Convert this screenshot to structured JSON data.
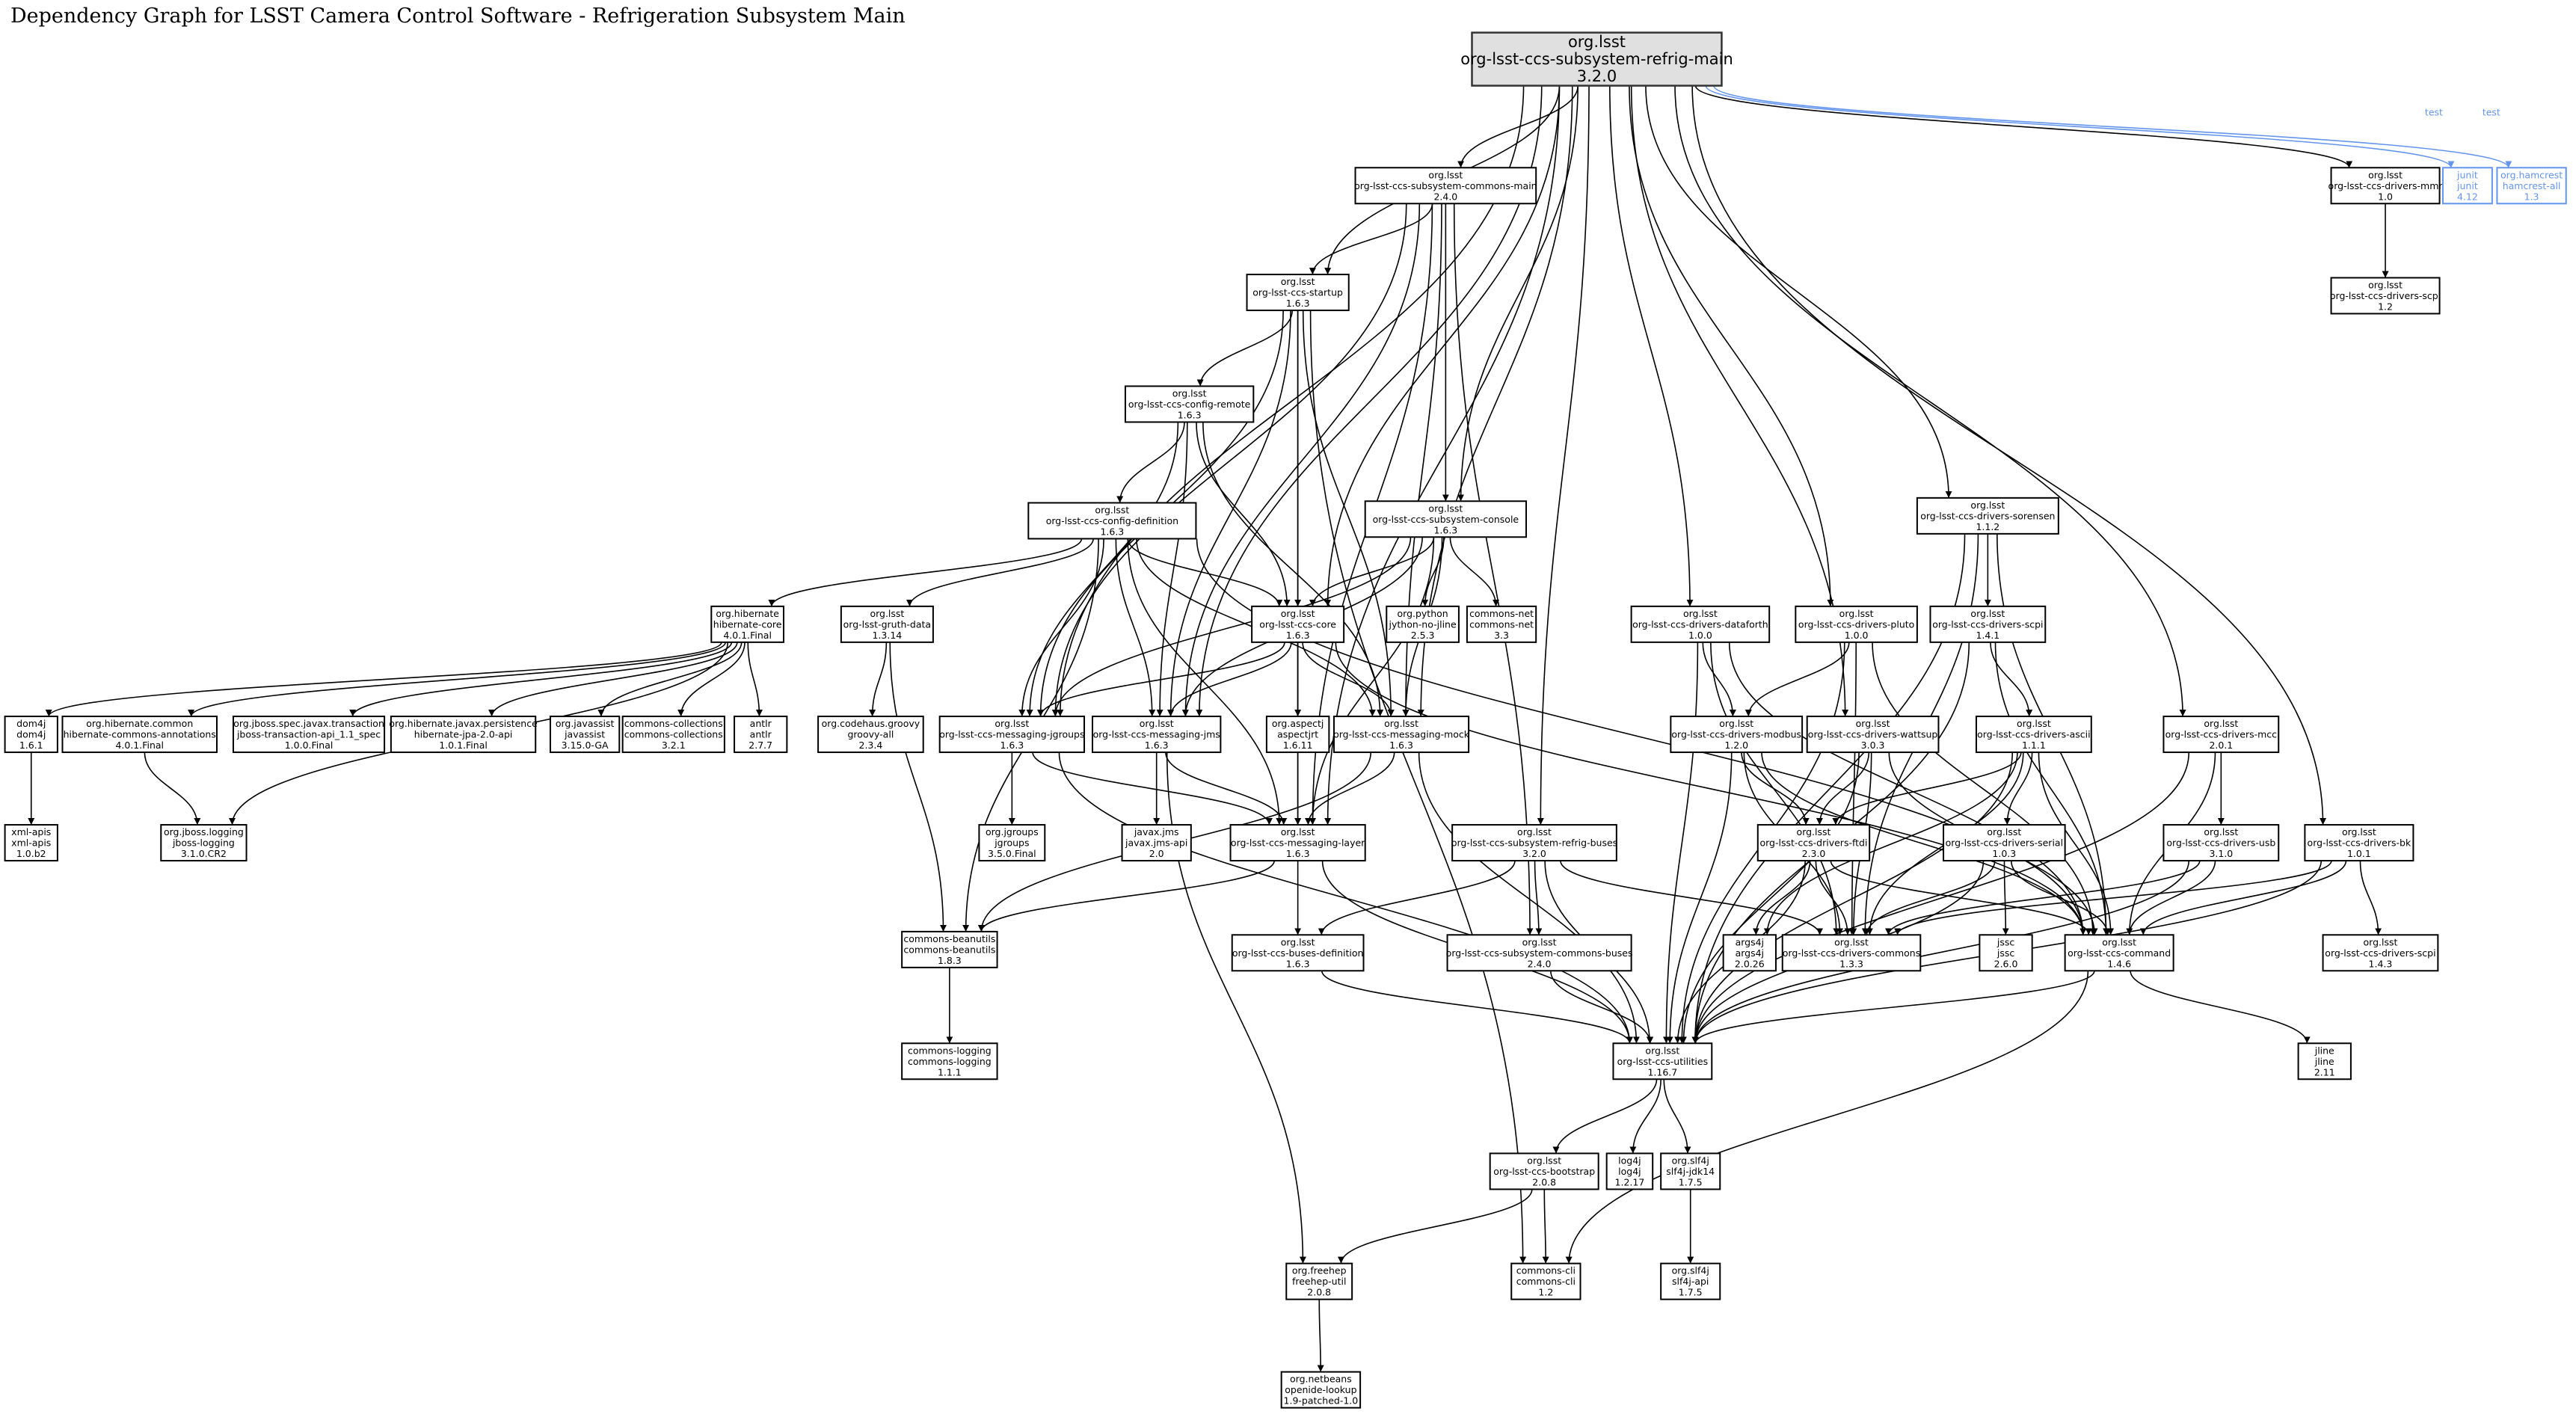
{
  "title": "Dependency Graph for LSST Camera Control Software - Refrigeration Subsystem Main",
  "colors": {
    "node_border": "#000000",
    "root_fill": "#e0e0e0",
    "test_scope": "#6495ed",
    "edge": "#000000"
  },
  "nodes": {
    "root": {
      "group": "org.lsst",
      "artifact": "org-lsst-ccs-subsystem-refrig-main",
      "version": "3.2.0"
    },
    "commons_main": {
      "group": "org.lsst",
      "artifact": "org-lsst-ccs-subsystem-commons-main",
      "version": "2.4.0"
    },
    "startup": {
      "group": "org.lsst",
      "artifact": "org-lsst-ccs-startup",
      "version": "1.6.3"
    },
    "config_remote": {
      "group": "org.lsst",
      "artifact": "org-lsst-ccs-config-remote",
      "version": "1.6.3"
    },
    "config_definition": {
      "group": "org.lsst",
      "artifact": "org-lsst-ccs-config-definition",
      "version": "1.6.3"
    },
    "console": {
      "group": "org.lsst",
      "artifact": "org-lsst-ccs-subsystem-console",
      "version": "1.6.3"
    },
    "sorensen": {
      "group": "org.lsst",
      "artifact": "org-lsst-ccs-drivers-sorensen",
      "version": "1.1.2"
    },
    "hibernate_core": {
      "group": "org.hibernate",
      "artifact": "hibernate-core",
      "version": "4.0.1.Final"
    },
    "gruth_data": {
      "group": "org.lsst",
      "artifact": "org-lsst-gruth-data",
      "version": "1.3.14"
    },
    "ccs_core": {
      "group": "org.lsst",
      "artifact": "org-lsst-ccs-core",
      "version": "1.6.3"
    },
    "jython": {
      "group": "org.python",
      "artifact": "jython-no-jline",
      "version": "2.5.3"
    },
    "commons_net": {
      "group": "commons-net",
      "artifact": "commons-net",
      "version": "3.3"
    },
    "dataforth": {
      "group": "org.lsst",
      "artifact": "org-lsst-ccs-drivers-dataforth",
      "version": "1.0.0"
    },
    "pluto": {
      "group": "org.lsst",
      "artifact": "org-lsst-ccs-drivers-pluto",
      "version": "1.0.0"
    },
    "scpi_141": {
      "group": "org.lsst",
      "artifact": "org-lsst-ccs-drivers-scpi",
      "version": "1.4.1"
    },
    "mcc": {
      "group": "org.lsst",
      "artifact": "org-lsst-ccs-drivers-mcc",
      "version": "2.0.1"
    },
    "mmr": {
      "group": "org.lsst",
      "artifact": "org-lsst-ccs-drivers-mmr",
      "version": "1.0"
    },
    "junit": {
      "group": "junit",
      "artifact": "junit",
      "version": "4.12",
      "scope": "test"
    },
    "hamcrest": {
      "group": "org.hamcrest",
      "artifact": "hamcrest-all",
      "version": "1.3",
      "scope": "test"
    },
    "scpi_12": {
      "group": "org.lsst",
      "artifact": "org-lsst-ccs-drivers-scpi",
      "version": "1.2"
    },
    "dom4j": {
      "group": "dom4j",
      "artifact": "dom4j",
      "version": "1.6.1"
    },
    "hib_annotations": {
      "group": "org.hibernate.common",
      "artifact": "hibernate-commons-annotations",
      "version": "4.0.1.Final"
    },
    "jboss_transaction": {
      "group": "org.jboss.spec.javax.transaction",
      "artifact": "jboss-transaction-api_1.1_spec",
      "version": "1.0.0.Final"
    },
    "jpa": {
      "group": "org.hibernate.javax.persistence",
      "artifact": "hibernate-jpa-2.0-api",
      "version": "1.0.1.Final"
    },
    "javassist": {
      "group": "org.javassist",
      "artifact": "javassist",
      "version": "3.15.0-GA"
    },
    "commons_collections": {
      "group": "commons-collections",
      "artifact": "commons-collections",
      "version": "3.2.1"
    },
    "antlr": {
      "group": "antlr",
      "artifact": "antlr",
      "version": "2.7.7"
    },
    "groovy": {
      "group": "org.codehaus.groovy",
      "artifact": "groovy-all",
      "version": "2.3.4"
    },
    "msg_jgroups": {
      "group": "org.lsst",
      "artifact": "org-lsst-ccs-messaging-jgroups",
      "version": "1.6.3"
    },
    "msg_jms": {
      "group": "org.lsst",
      "artifact": "org-lsst-ccs-messaging-jms",
      "version": "1.6.3"
    },
    "aspectj": {
      "group": "org.aspectj",
      "artifact": "aspectjrt",
      "version": "1.6.11"
    },
    "msg_mock": {
      "group": "org.lsst",
      "artifact": "org-lsst-ccs-messaging-mock",
      "version": "1.6.3"
    },
    "modbus": {
      "group": "org.lsst",
      "artifact": "org-lsst-ccs-drivers-modbus",
      "version": "1.2.0"
    },
    "wattsup": {
      "group": "org.lsst",
      "artifact": "org-lsst-ccs-drivers-wattsup",
      "version": "3.0.3"
    },
    "ascii": {
      "group": "org.lsst",
      "artifact": "org-lsst-ccs-drivers-ascii",
      "version": "1.1.1"
    },
    "xml_apis": {
      "group": "xml-apis",
      "artifact": "xml-apis",
      "version": "1.0.b2"
    },
    "jboss_logging": {
      "group": "org.jboss.logging",
      "artifact": "jboss-logging",
      "version": "3.1.0.CR2"
    },
    "jgroups": {
      "group": "org.jgroups",
      "artifact": "jgroups",
      "version": "3.5.0.Final"
    },
    "javax_jms": {
      "group": "javax.jms",
      "artifact": "javax.jms-api",
      "version": "2.0"
    },
    "msg_layer": {
      "group": "org.lsst",
      "artifact": "org-lsst-ccs-messaging-layer",
      "version": "1.6.3"
    },
    "refrig_buses": {
      "group": "org.lsst",
      "artifact": "org-lsst-ccs-subsystem-refrig-buses",
      "version": "3.2.0"
    },
    "ftdi": {
      "group": "org.lsst",
      "artifact": "org-lsst-ccs-drivers-ftdi",
      "version": "2.3.0"
    },
    "serial": {
      "group": "org.lsst",
      "artifact": "org-lsst-ccs-drivers-serial",
      "version": "1.0.3"
    },
    "usb": {
      "group": "org.lsst",
      "artifact": "org-lsst-ccs-drivers-usb",
      "version": "3.1.0"
    },
    "bk": {
      "group": "org.lsst",
      "artifact": "org-lsst-ccs-drivers-bk",
      "version": "1.0.1"
    },
    "beanutils": {
      "group": "commons-beanutils",
      "artifact": "commons-beanutils",
      "version": "1.8.3"
    },
    "buses_definition": {
      "group": "org.lsst",
      "artifact": "org-lsst-ccs-buses-definition",
      "version": "1.6.3"
    },
    "commons_buses": {
      "group": "org.lsst",
      "artifact": "org-lsst-ccs-subsystem-commons-buses",
      "version": "2.4.0"
    },
    "args4j": {
      "group": "args4j",
      "artifact": "args4j",
      "version": "2.0.26"
    },
    "drivers_commons": {
      "group": "org.lsst",
      "artifact": "org-lsst-ccs-drivers-commons",
      "version": "1.3.3"
    },
    "jssc": {
      "group": "jssc",
      "artifact": "jssc",
      "version": "2.6.0"
    },
    "command": {
      "group": "org.lsst",
      "artifact": "org-lsst-ccs-command",
      "version": "1.4.6"
    },
    "scpi_143": {
      "group": "org.lsst",
      "artifact": "org-lsst-ccs-drivers-scpi",
      "version": "1.4.3"
    },
    "commons_logging": {
      "group": "commons-logging",
      "artifact": "commons-logging",
      "version": "1.1.1"
    },
    "utilities": {
      "group": "org.lsst",
      "artifact": "org-lsst-ccs-utilities",
      "version": "1.16.7"
    },
    "jline": {
      "group": "jline",
      "artifact": "jline",
      "version": "2.11"
    },
    "bootstrap": {
      "group": "org.lsst",
      "artifact": "org-lsst-ccs-bootstrap",
      "version": "2.0.8"
    },
    "log4j": {
      "group": "log4j",
      "artifact": "log4j",
      "version": "1.2.17"
    },
    "slf4j_jdk14": {
      "group": "org.slf4j",
      "artifact": "slf4j-jdk14",
      "version": "1.7.5"
    },
    "freehep": {
      "group": "org.freehep",
      "artifact": "freehep-util",
      "version": "2.0.8"
    },
    "commons_cli": {
      "group": "commons-cli",
      "artifact": "commons-cli",
      "version": "1.2"
    },
    "slf4j_api": {
      "group": "org.slf4j",
      "artifact": "slf4j-api",
      "version": "1.7.5"
    },
    "netbeans": {
      "group": "org.netbeans",
      "artifact": "openide-lookup",
      "version": "1.9-patched-1.0"
    }
  },
  "edges": [
    [
      "root",
      "commons_main"
    ],
    [
      "root",
      "startup"
    ],
    [
      "root",
      "console"
    ],
    [
      "root",
      "sorensen"
    ],
    [
      "root",
      "dataforth"
    ],
    [
      "root",
      "pluto"
    ],
    [
      "root",
      "wattsup"
    ],
    [
      "root",
      "mcc"
    ],
    [
      "root",
      "mmr"
    ],
    [
      "root",
      "bk"
    ],
    [
      "root",
      "msg_jgroups"
    ],
    [
      "root",
      "msg_jms"
    ],
    [
      "root",
      "msg_layer"
    ],
    [
      "root",
      "refrig_buses"
    ],
    [
      "root",
      "ccs_core"
    ],
    [
      "root",
      "msg_mock"
    ],
    [
      "root",
      "junit",
      "test"
    ],
    [
      "root",
      "hamcrest",
      "test"
    ],
    [
      "commons_main",
      "startup"
    ],
    [
      "commons_main",
      "msg_jgroups"
    ],
    [
      "commons_main",
      "msg_jms"
    ],
    [
      "commons_main",
      "msg_mock"
    ],
    [
      "commons_main",
      "console"
    ],
    [
      "commons_main",
      "msg_layer"
    ],
    [
      "commons_main",
      "commons_buses"
    ],
    [
      "startup",
      "config_remote"
    ],
    [
      "startup",
      "ccs_core"
    ],
    [
      "startup",
      "msg_jms"
    ],
    [
      "startup",
      "msg_jgroups"
    ],
    [
      "startup",
      "msg_layer"
    ],
    [
      "startup",
      "commons_cli"
    ],
    [
      "startup",
      "msg_mock"
    ],
    [
      "config_remote",
      "config_definition"
    ],
    [
      "config_remote",
      "msg_jgroups"
    ],
    [
      "config_remote",
      "msg_jms"
    ],
    [
      "config_remote",
      "msg_mock"
    ],
    [
      "config_remote",
      "ccs_core"
    ],
    [
      "config_definition",
      "hibernate_core"
    ],
    [
      "config_definition",
      "gruth_data"
    ],
    [
      "config_definition",
      "ccs_core"
    ],
    [
      "config_definition",
      "msg_jgroups"
    ],
    [
      "config_definition",
      "msg_jms"
    ],
    [
      "config_definition",
      "msg_mock"
    ],
    [
      "config_definition",
      "msg_layer"
    ],
    [
      "config_definition",
      "beanutils"
    ],
    [
      "config_definition",
      "command"
    ],
    [
      "console",
      "ccs_core"
    ],
    [
      "console",
      "jython"
    ],
    [
      "console",
      "commons_net"
    ],
    [
      "console",
      "msg_jgroups"
    ],
    [
      "console",
      "msg_jms"
    ],
    [
      "console",
      "msg_mock"
    ],
    [
      "console",
      "msg_layer"
    ],
    [
      "hibernate_core",
      "dom4j"
    ],
    [
      "hibernate_core",
      "hib_annotations"
    ],
    [
      "hibernate_core",
      "jboss_transaction"
    ],
    [
      "hibernate_core",
      "jpa"
    ],
    [
      "hibernate_core",
      "javassist"
    ],
    [
      "hibernate_core",
      "commons_collections"
    ],
    [
      "hibernate_core",
      "antlr"
    ],
    [
      "hibernate_core",
      "jboss_logging"
    ],
    [
      "gruth_data",
      "groovy"
    ],
    [
      "gruth_data",
      "beanutils"
    ],
    [
      "ccs_core",
      "msg_jgroups"
    ],
    [
      "ccs_core",
      "msg_jms"
    ],
    [
      "ccs_core",
      "aspectj"
    ],
    [
      "ccs_core",
      "msg_mock"
    ],
    [
      "ccs_core",
      "msg_layer"
    ],
    [
      "ccs_core",
      "command"
    ],
    [
      "msg_jgroups",
      "jgroups"
    ],
    [
      "msg_jgroups",
      "msg_layer"
    ],
    [
      "msg_jgroups",
      "utilities"
    ],
    [
      "msg_jms",
      "javax_jms"
    ],
    [
      "msg_jms",
      "msg_layer"
    ],
    [
      "msg_jms",
      "freehep"
    ],
    [
      "msg_mock",
      "msg_layer"
    ],
    [
      "msg_mock",
      "beanutils"
    ],
    [
      "msg_mock",
      "utilities"
    ],
    [
      "msg_layer",
      "beanutils"
    ],
    [
      "msg_layer",
      "buses_definition"
    ],
    [
      "msg_layer",
      "utilities"
    ],
    [
      "hib_annotations",
      "jboss_logging"
    ],
    [
      "dom4j",
      "xml_apis"
    ],
    [
      "refrig_buses",
      "buses_definition"
    ],
    [
      "refrig_buses",
      "commons_buses"
    ],
    [
      "refrig_buses",
      "utilities"
    ],
    [
      "refrig_buses",
      "drivers_commons"
    ],
    [
      "buses_definition",
      "utilities"
    ],
    [
      "commons_buses",
      "utilities"
    ],
    [
      "beanutils",
      "commons_logging"
    ],
    [
      "sorensen",
      "scpi_141"
    ],
    [
      "sorensen",
      "utilities"
    ],
    [
      "sorensen",
      "command"
    ],
    [
      "sorensen",
      "drivers_commons"
    ],
    [
      "dataforth",
      "modbus"
    ],
    [
      "dataforth",
      "utilities"
    ],
    [
      "dataforth",
      "command"
    ],
    [
      "dataforth",
      "drivers_commons"
    ],
    [
      "pluto",
      "modbus"
    ],
    [
      "pluto",
      "utilities"
    ],
    [
      "pluto",
      "drivers_commons"
    ],
    [
      "pluto",
      "command"
    ],
    [
      "scpi_141",
      "ascii"
    ],
    [
      "scpi_141",
      "utilities"
    ],
    [
      "scpi_141",
      "command"
    ],
    [
      "modbus",
      "ftdi"
    ],
    [
      "modbus",
      "utilities"
    ],
    [
      "modbus",
      "drivers_commons"
    ],
    [
      "modbus",
      "command"
    ],
    [
      "wattsup",
      "ftdi"
    ],
    [
      "wattsup",
      "utilities"
    ],
    [
      "wattsup",
      "drivers_commons"
    ],
    [
      "wattsup",
      "command"
    ],
    [
      "ascii",
      "ftdi"
    ],
    [
      "ascii",
      "serial"
    ],
    [
      "ascii",
      "drivers_commons"
    ],
    [
      "ascii",
      "command"
    ],
    [
      "ascii",
      "utilities"
    ],
    [
      "ascii",
      "args4j"
    ],
    [
      "ftdi",
      "args4j"
    ],
    [
      "ftdi",
      "drivers_commons"
    ],
    [
      "ftdi",
      "command"
    ],
    [
      "ftdi",
      "utilities"
    ],
    [
      "serial",
      "jssc"
    ],
    [
      "serial",
      "drivers_commons"
    ],
    [
      "serial",
      "command"
    ],
    [
      "serial",
      "utilities"
    ],
    [
      "mcc",
      "usb"
    ],
    [
      "mcc",
      "command"
    ],
    [
      "mcc",
      "utilities"
    ],
    [
      "usb",
      "drivers_commons"
    ],
    [
      "usb",
      "command"
    ],
    [
      "usb",
      "utilities"
    ],
    [
      "bk",
      "drivers_commons"
    ],
    [
      "bk",
      "command"
    ],
    [
      "bk",
      "scpi_143"
    ],
    [
      "bk",
      "utilities"
    ],
    [
      "command",
      "utilities"
    ],
    [
      "command",
      "jline"
    ],
    [
      "command",
      "commons_cli"
    ],
    [
      "utilities",
      "bootstrap"
    ],
    [
      "utilities",
      "log4j"
    ],
    [
      "utilities",
      "slf4j_jdk14"
    ],
    [
      "bootstrap",
      "freehep"
    ],
    [
      "bootstrap",
      "commons_cli"
    ],
    [
      "slf4j_jdk14",
      "slf4j_api"
    ],
    [
      "freehep",
      "netbeans"
    ],
    [
      "mmr",
      "scpi_12"
    ]
  ]
}
